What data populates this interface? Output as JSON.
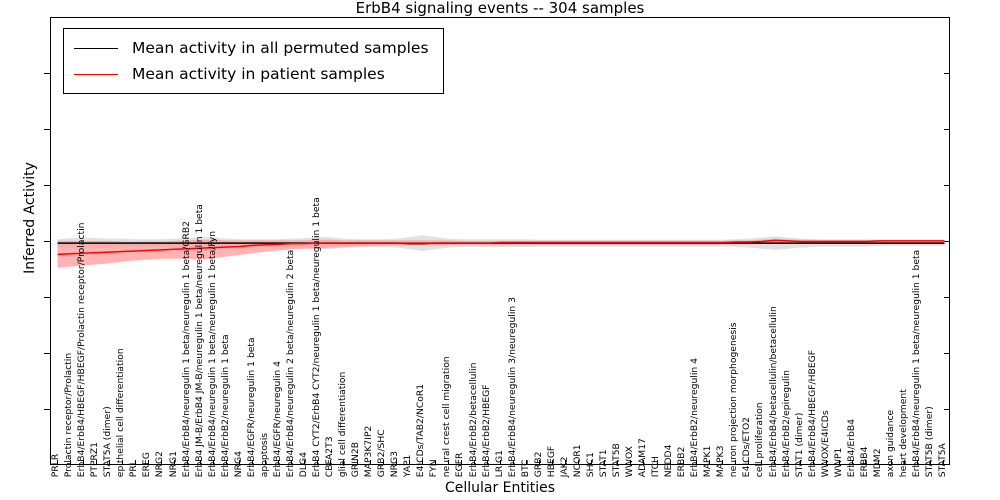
{
  "chart_data": {
    "type": "line",
    "title": "ErbB4 signaling events -- 304 samples",
    "xlabel": "Cellular Entities",
    "ylabel": "Inferred Activity",
    "ylim": [
      -4,
      4
    ],
    "yticks": [
      -4,
      -3,
      -2,
      -1,
      0,
      1,
      2,
      3,
      4
    ],
    "grid": false,
    "legend_position": "upper left",
    "legend": [
      {
        "name": "Mean activity in all permuted samples",
        "color": "#000000"
      },
      {
        "name": "Mean activity in patient samples",
        "color": "#ff0000"
      }
    ],
    "categories": [
      "PRLR",
      "Prolactin receptor/Prolactin",
      "ErbB4/ErbB4/HBEGF/HBEGF/Prolactin receptor/Prolactin",
      "PTPRZ1",
      "STAT5A (dimer)",
      "epithelial cell differentiation",
      "PRL",
      "EREG",
      "NRG2",
      "NRG1",
      "ErbB4/ErbB4/neuregulin 1 beta/neuregulin 1 beta/GRB2",
      "ErbB4 JM-B/ErbB4 JM-B/neuregulin 1 beta/neuregulin 1 beta",
      "ErbB4/ErbB4/neuregulin 1 beta/neuregulin 1 beta/Fyn",
      "ErbB4/ErbB2/neuregulin 1 beta",
      "NRG4",
      "ErbB4/EGFR/neuregulin 1 beta",
      "apoptosis",
      "ErbB4/EGFR/neuregulin 4",
      "ErbB4/ErbB4/neuregulin 2 beta/neuregulin 2 beta",
      "DLG4",
      "ErbB4 CYT2/ErbB4 CYT2/neuregulin 1 beta/neuregulin 1 beta",
      "CBFA2T3",
      "glial cell differentiation",
      "GRIN2B",
      "MAP3K7IP2",
      "GRB2/SHC",
      "NRG3",
      "YAP1",
      "E4ICDs/TAB2/NCoR1",
      "FYN",
      "neural crest cell migration",
      "EGFR",
      "ErbB4/ErbB2/betacellulin",
      "ErbB4/ErbB2/HBEGF",
      "LRIG1",
      "ErbB4/ErbB4/neuregulin 3/neuregulin 3",
      "BTC",
      "GRB2",
      "HBEGF",
      "JAK2",
      "NCOR1",
      "SHC1",
      "STAT1",
      "STAT5B",
      "WWOX",
      "ADAM17",
      "ITCH",
      "NEDD4",
      "ERBB2",
      "ErbB4/ErbB2/neuregulin 4",
      "MAPK1",
      "MAPK3",
      "neuron projection morphogenesis",
      "E4ICDs/ETO2",
      "cell proliferation",
      "ErbB4/ErbB4/betacellulin/betacellulin",
      "ErbB4/ErbB2/epiregulin",
      "STAT1 (dimer)",
      "ErbB4/ErbB4/HBEGF/HBEGF",
      "WWOX/E4ICDs",
      "WWP1",
      "ErbB4/ErbB4",
      "ERBB4",
      "MDM2",
      "axon guidance",
      "heart development",
      "ErbB4/ErbB4/neuregulin 1 beta/neuregulin 1 beta",
      "STAT5B (dimer)",
      "STAT5A"
    ],
    "series": [
      {
        "name": "Mean activity in all permuted samples",
        "color": "#000000",
        "band_color": "#c8c8c8",
        "values": [
          -0.02,
          -0.02,
          -0.02,
          -0.02,
          -0.02,
          -0.02,
          -0.02,
          -0.02,
          -0.02,
          -0.02,
          -0.02,
          -0.02,
          -0.02,
          -0.02,
          -0.02,
          -0.02,
          -0.02,
          -0.02,
          -0.02,
          -0.02,
          -0.02,
          -0.02,
          -0.02,
          -0.02,
          -0.02,
          -0.02,
          -0.02,
          -0.03,
          -0.03,
          -0.02,
          -0.02,
          -0.02,
          -0.02,
          -0.02,
          -0.02,
          -0.02,
          -0.02,
          -0.02,
          -0.02,
          -0.02,
          -0.02,
          -0.02,
          -0.02,
          -0.02,
          -0.02,
          -0.02,
          -0.02,
          -0.02,
          -0.02,
          -0.02,
          -0.02,
          -0.02,
          -0.02,
          -0.02,
          -0.02,
          -0.02,
          -0.02,
          -0.02,
          -0.02,
          -0.02,
          -0.02,
          -0.02,
          -0.02,
          -0.02,
          -0.02,
          -0.02,
          -0.02,
          -0.02,
          -0.02
        ],
        "band_lower": [
          -0.09,
          -0.11,
          -0.12,
          -0.11,
          -0.1,
          -0.1,
          -0.09,
          -0.09,
          -0.09,
          -0.1,
          -0.11,
          -0.13,
          -0.12,
          -0.1,
          -0.09,
          -0.09,
          -0.09,
          -0.09,
          -0.1,
          -0.11,
          -0.13,
          -0.12,
          -0.1,
          -0.09,
          -0.09,
          -0.09,
          -0.1,
          -0.13,
          -0.16,
          -0.13,
          -0.1,
          -0.09,
          -0.09,
          -0.09,
          -0.09,
          -0.09,
          -0.09,
          -0.08,
          -0.08,
          -0.08,
          -0.08,
          -0.08,
          -0.08,
          -0.08,
          -0.08,
          -0.08,
          -0.08,
          -0.08,
          -0.08,
          -0.08,
          -0.08,
          -0.08,
          -0.09,
          -0.1,
          -0.12,
          -0.14,
          -0.12,
          -0.1,
          -0.09,
          -0.08,
          -0.08,
          -0.08,
          -0.08,
          -0.07,
          -0.07,
          -0.07,
          -0.07,
          -0.07,
          -0.07
        ],
        "band_upper": [
          0.05,
          0.07,
          0.08,
          0.07,
          0.06,
          0.06,
          0.05,
          0.05,
          0.05,
          0.06,
          0.07,
          0.09,
          0.08,
          0.06,
          0.05,
          0.05,
          0.05,
          0.05,
          0.06,
          0.07,
          0.09,
          0.08,
          0.06,
          0.05,
          0.05,
          0.05,
          0.06,
          0.09,
          0.12,
          0.09,
          0.06,
          0.05,
          0.05,
          0.05,
          0.05,
          0.05,
          0.05,
          0.04,
          0.04,
          0.04,
          0.04,
          0.04,
          0.04,
          0.04,
          0.04,
          0.04,
          0.04,
          0.04,
          0.04,
          0.04,
          0.04,
          0.04,
          0.05,
          0.06,
          0.08,
          0.1,
          0.08,
          0.06,
          0.05,
          0.04,
          0.04,
          0.04,
          0.04,
          0.03,
          0.03,
          0.03,
          0.03,
          0.03,
          0.03
        ]
      },
      {
        "name": "Mean activity in patient samples",
        "color": "#ff0000",
        "band_color": "#ff9999",
        "values": [
          -0.22,
          -0.21,
          -0.2,
          -0.19,
          -0.18,
          -0.17,
          -0.16,
          -0.15,
          -0.14,
          -0.13,
          -0.12,
          -0.11,
          -0.1,
          -0.09,
          -0.08,
          -0.06,
          -0.05,
          -0.04,
          -0.03,
          -0.03,
          -0.02,
          -0.02,
          -0.02,
          -0.02,
          -0.02,
          -0.02,
          -0.02,
          -0.02,
          -0.02,
          -0.02,
          -0.02,
          -0.02,
          -0.02,
          -0.02,
          -0.01,
          -0.01,
          -0.01,
          -0.01,
          -0.01,
          -0.01,
          -0.01,
          -0.01,
          -0.01,
          -0.01,
          -0.01,
          -0.01,
          -0.01,
          -0.01,
          -0.01,
          -0.01,
          -0.01,
          -0.01,
          0.0,
          0.0,
          0.01,
          0.03,
          0.02,
          0.01,
          0.01,
          0.01,
          0.01,
          0.01,
          0.01,
          0.02,
          0.02,
          0.02,
          0.02,
          0.02,
          0.02
        ],
        "band_lower": [
          -0.46,
          -0.44,
          -0.42,
          -0.4,
          -0.38,
          -0.35,
          -0.33,
          -0.31,
          -0.3,
          -0.3,
          -0.3,
          -0.31,
          -0.29,
          -0.26,
          -0.23,
          -0.2,
          -0.17,
          -0.15,
          -0.13,
          -0.12,
          -0.11,
          -0.1,
          -0.09,
          -0.08,
          -0.07,
          -0.06,
          -0.06,
          -0.06,
          -0.06,
          -0.06,
          -0.05,
          -0.05,
          -0.05,
          -0.05,
          -0.05,
          -0.04,
          -0.04,
          -0.04,
          -0.04,
          -0.04,
          -0.04,
          -0.04,
          -0.04,
          -0.04,
          -0.04,
          -0.04,
          -0.04,
          -0.04,
          -0.04,
          -0.04,
          -0.04,
          -0.04,
          -0.04,
          -0.04,
          -0.03,
          -0.02,
          -0.03,
          -0.03,
          -0.03,
          -0.03,
          -0.03,
          -0.03,
          -0.03,
          -0.02,
          -0.02,
          -0.02,
          -0.02,
          -0.02,
          -0.02
        ],
        "band_upper": [
          0.02,
          0.02,
          0.02,
          0.02,
          0.02,
          0.01,
          0.01,
          0.01,
          0.01,
          0.02,
          0.03,
          0.04,
          0.04,
          0.03,
          0.03,
          0.03,
          0.03,
          0.03,
          0.03,
          0.03,
          0.04,
          0.04,
          0.03,
          0.03,
          0.03,
          0.03,
          0.03,
          0.03,
          0.03,
          0.03,
          0.03,
          0.02,
          0.02,
          0.02,
          0.02,
          0.02,
          0.02,
          0.02,
          0.02,
          0.02,
          0.02,
          0.02,
          0.02,
          0.02,
          0.02,
          0.02,
          0.02,
          0.02,
          0.02,
          0.02,
          0.02,
          0.02,
          0.03,
          0.03,
          0.04,
          0.06,
          0.05,
          0.04,
          0.04,
          0.04,
          0.04,
          0.04,
          0.04,
          0.04,
          0.04,
          0.04,
          0.04,
          0.04,
          0.04
        ]
      }
    ]
  }
}
